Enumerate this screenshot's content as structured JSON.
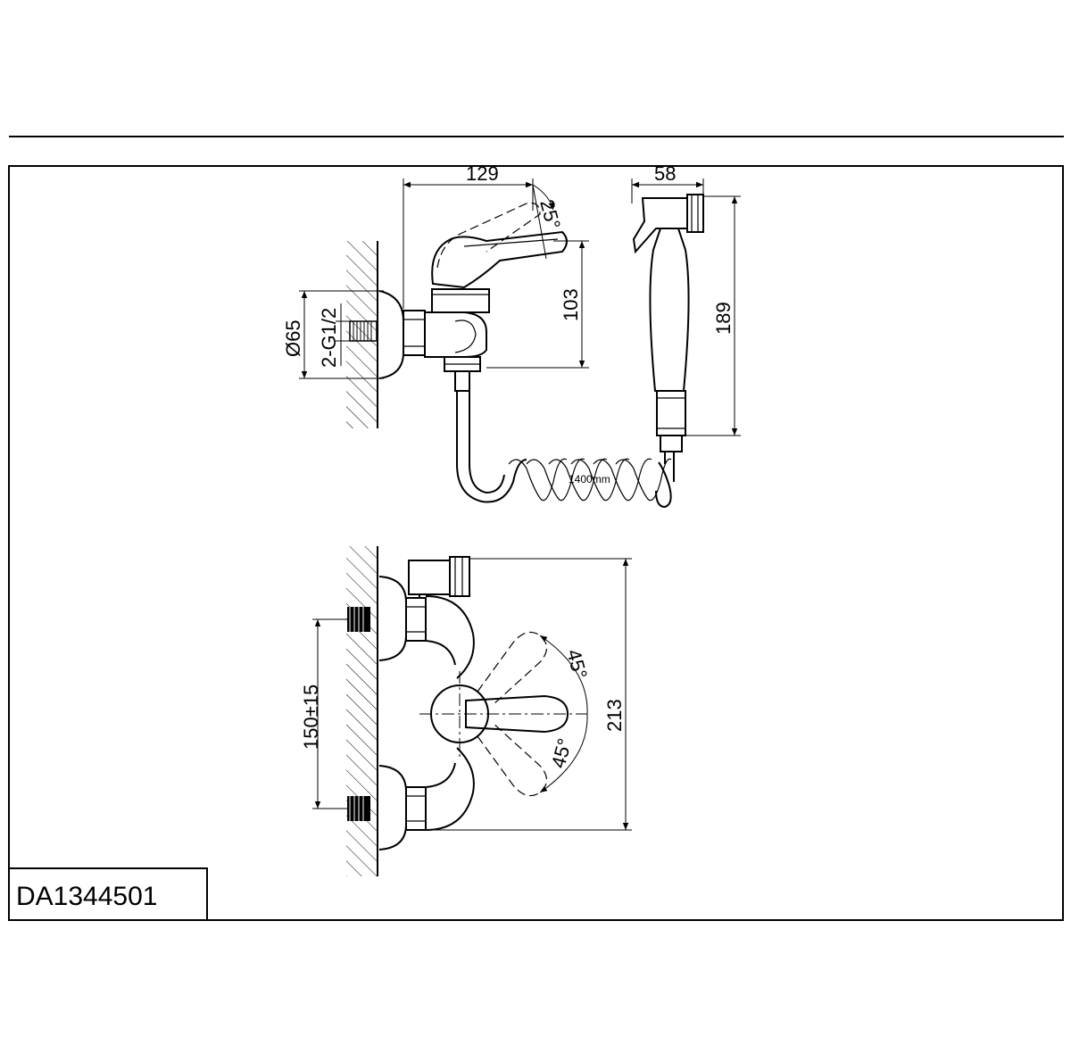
{
  "drawing": {
    "code": "DA1344501"
  },
  "side_view": {
    "dim_width": "129",
    "dim_handle_angle": "25°",
    "dim_height": "103",
    "dim_flange": "Ø65",
    "dim_thread": "2-G1/2",
    "dim_sprayer_width": "58",
    "dim_sprayer_length": "189",
    "hose_label": "1400mm"
  },
  "front_view": {
    "dim_spacing": "150±15",
    "dim_height": "213",
    "dim_angle_up": "45°",
    "dim_angle_down": "45°"
  }
}
